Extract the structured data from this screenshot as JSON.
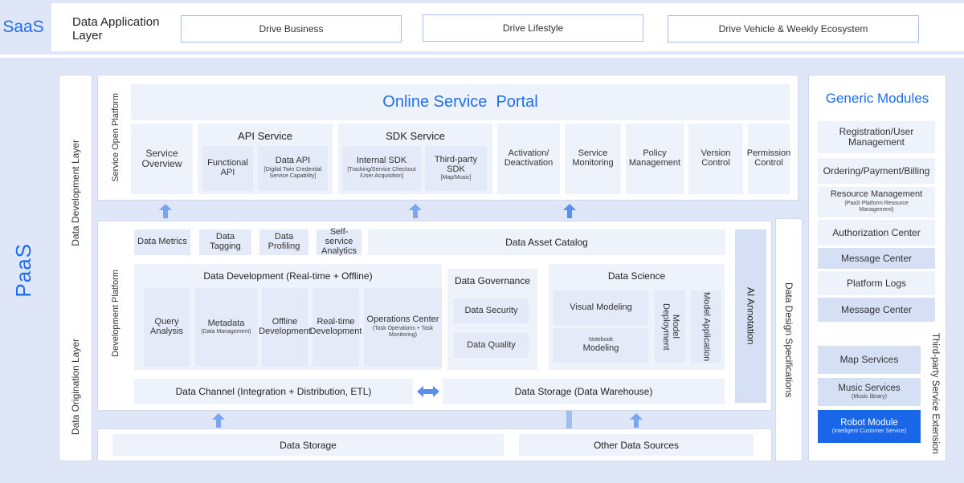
{
  "saas": {
    "label": "SaaS",
    "layer_title": "Data Application Layer",
    "apps": [
      "Drive Business",
      "Drive Lifestyle",
      "Drive Vehicle & Weekly Ecosystem"
    ]
  },
  "paas": {
    "label": "PaaS",
    "data_development_layer": "Data Development Layer",
    "data_origination_layer": "Data Origination Layer",
    "service_open_platform": {
      "side_label": "Service Open Platform",
      "portal": "Online Service  Portal",
      "service_overview": "Service Overview",
      "api_service": {
        "title": "API Service",
        "functional_api": "Functional API",
        "data_api": "Data API",
        "data_api_sub": "[Digital Twin Credential Service Capability]"
      },
      "sdk_service": {
        "title": "SDK Service",
        "internal_sdk": "Internal SDK",
        "internal_sdk_sub": "[Tracking/Service Checkout /User Acquisition]",
        "third_party_sdk": "Third-party SDK",
        "third_party_sdk_sub": "[Map/Music]"
      },
      "items": [
        "Activation/ Deactivation",
        "Service Monitoring",
        "Policy Management",
        "Version Control",
        "Permission Control"
      ]
    },
    "development_platform": {
      "side_label": "Development Platform",
      "top_row": [
        "Data Metrics",
        "Data Tagging",
        "Data Profiling",
        "Self-service Analytics"
      ],
      "data_asset_catalog": "Data Asset Catalog",
      "data_development": {
        "title": "Data Development (Real-time + Offline)",
        "items": [
          {
            "label": "Query Analysis",
            "sub": ""
          },
          {
            "label": "Metadata",
            "sub": "(Data Management)"
          },
          {
            "label": "Offline Development",
            "sub": ""
          },
          {
            "label": "Real-time Development",
            "sub": ""
          },
          {
            "label": "Operations Center",
            "sub": "(Task Operations + Task Monitoring)"
          }
        ]
      },
      "data_governance": {
        "title": "Data Governance",
        "items": [
          "Data Security",
          "Data Quality"
        ]
      },
      "data_science": {
        "title": "Data Science",
        "visual_modeling": "Visual Modeling",
        "notebook": "Notebook",
        "modeling": "Modeling",
        "model_deployment": "Model Deployment",
        "model_application": "Model Application"
      },
      "ai_annotation": "AI Annotation",
      "data_channel": "Data Channel (Integration + Distribution, ETL)",
      "data_storage_warehouse": "Data Storage (Data Warehouse)"
    },
    "bottom": {
      "data_storage": "Data Storage",
      "other_data_sources": "Other Data Sources"
    },
    "data_design_specifications": "Data Design Specifications",
    "generic_modules": {
      "title": "Generic Modules",
      "items": [
        {
          "label": "Registration/User Management",
          "sub": ""
        },
        {
          "label": "Ordering/Payment/Billing",
          "sub": ""
        },
        {
          "label": "Resource Management",
          "sub": "(PaaS Platform Resource Management)"
        },
        {
          "label": "Authorization Center",
          "sub": ""
        },
        {
          "label": "Message Center",
          "sub": ""
        },
        {
          "label": "Platform Logs",
          "sub": ""
        },
        {
          "label": "Message Center",
          "sub": ""
        }
      ],
      "third_party_label": "Third-party Service Extension",
      "third_party": [
        {
          "label": "Map Services",
          "sub": ""
        },
        {
          "label": "Music Services",
          "sub": "(Music library)"
        },
        {
          "label": "Robot Module",
          "sub": "(Intelligent Customer Service)"
        }
      ]
    }
  },
  "colors": {
    "accent": "#1d6ef0",
    "band": "#dfe6f7",
    "card": "#eef2fb",
    "robot": "#1a66e8"
  }
}
